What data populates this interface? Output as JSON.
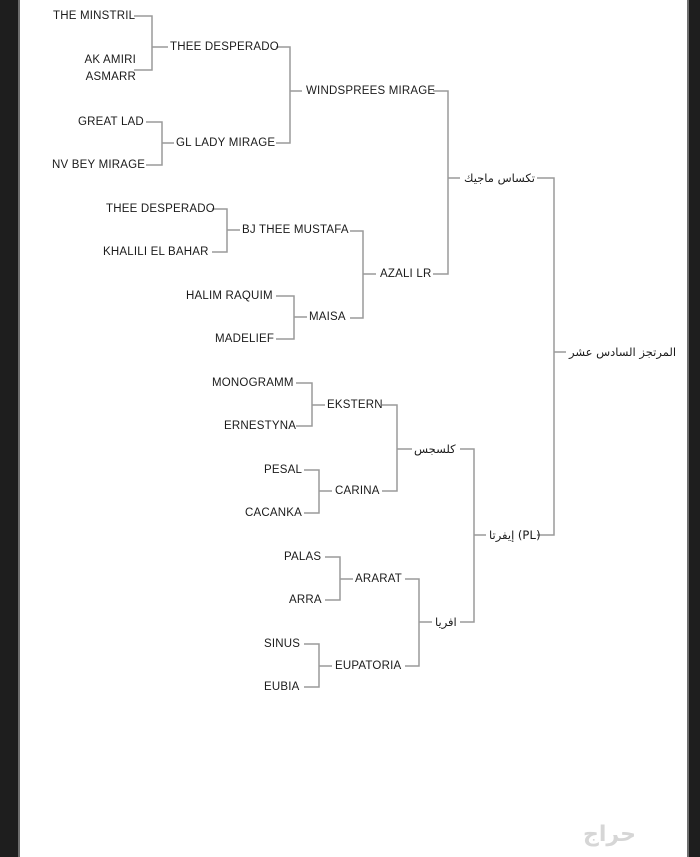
{
  "pedigree": {
    "root": "المرتجز السادس عشر",
    "sire": {
      "name": "تكساس ماجيك",
      "sire": {
        "name": "WINDSPREES MIRAGE",
        "sire": {
          "name": "THEE DESPERADO",
          "sire": "THE MINSTRIL",
          "dam": "AK AMIRI ASMARR"
        },
        "dam": {
          "name": "GL LADY MIRAGE",
          "sire": "GREAT LAD",
          "dam": "NV BEY MIRAGE"
        }
      },
      "dam": {
        "name": "AZALI LR",
        "sire": {
          "name": "BJ THEE MUSTAFA",
          "sire": "THEE DESPERADO",
          "dam": "KHALILI EL BAHAR"
        },
        "dam": {
          "name": "MAISA",
          "sire": "HALIM RAQUIM",
          "dam": "MADELIEF"
        }
      }
    },
    "dam": {
      "name": "إيفرتا (PL)",
      "sire": {
        "name": "كلسجس",
        "sire": {
          "name": "EKSTERN",
          "sire": "MONOGRAMM",
          "dam": "ERNESTYNA"
        },
        "dam": {
          "name": "CARINA",
          "sire": "PESAL",
          "dam": "CACANKA"
        }
      },
      "dam": {
        "name": "افريا",
        "sire": {
          "name": "ARARAT",
          "sire": "PALAS",
          "dam": "ARRA"
        },
        "dam": {
          "name": "EUPATORIA",
          "sire": "SINUS",
          "dam": "EUBIA"
        }
      }
    }
  },
  "watermark": "حراج",
  "colors": {
    "line": "#9a9a9a",
    "text": "#1b1b1b",
    "frame": "#1e1e1e"
  }
}
